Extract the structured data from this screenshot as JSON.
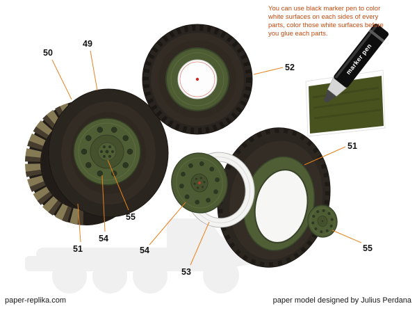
{
  "note": {
    "text": "You can use black marker pen to color white surfaces on each sides of every parts, color those white surfaces before you glue each parts."
  },
  "marker_pen": {
    "label": "marker pen"
  },
  "footer": {
    "site": "paper-replika.com",
    "credit": "paper model designed by Julius Perdana"
  },
  "callouts": [
    {
      "num": "50"
    },
    {
      "num": "49"
    },
    {
      "num": "55"
    },
    {
      "num": "54"
    },
    {
      "num": "51"
    },
    {
      "num": "52"
    },
    {
      "num": "54"
    },
    {
      "num": "53"
    },
    {
      "num": "51"
    },
    {
      "num": "55"
    }
  ],
  "colors": {
    "note_text": "#c2480e",
    "callout_line": "#e8821e",
    "olive_green": "#4e5c33",
    "tire_dark": "#2c2621",
    "painted_square": "#47521f",
    "background": "#ffffff"
  }
}
